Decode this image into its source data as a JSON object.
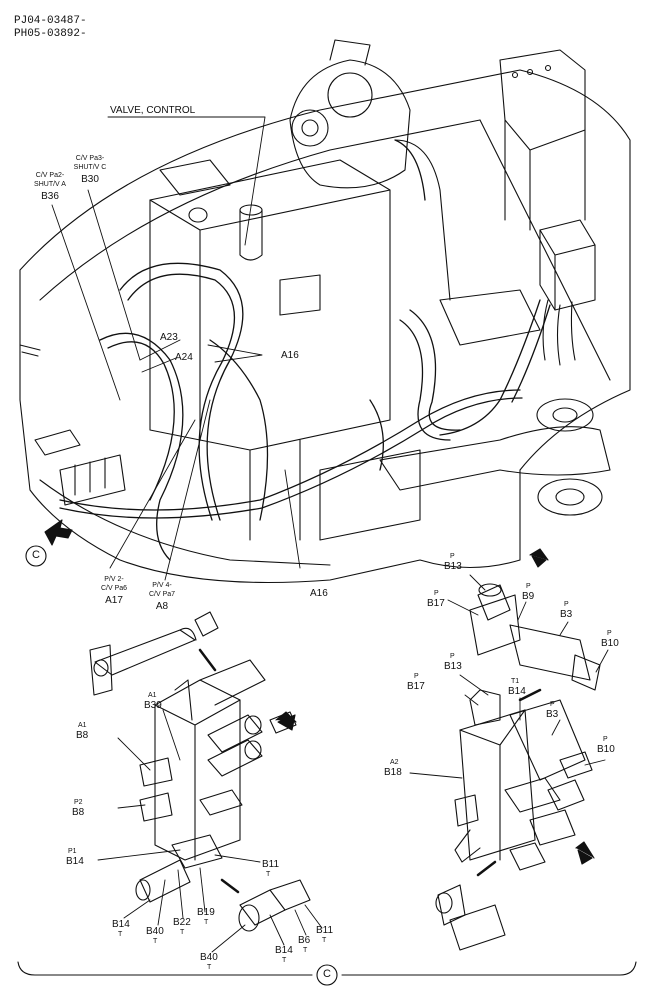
{
  "header": {
    "line1": "PJ04-03487-",
    "line2": "PH05-03892-"
  },
  "top_labels": {
    "valve_control": "VALVE, CONTROL",
    "b36_desc1": "C/V Pa2-",
    "b36_desc2": "SHUT/V A",
    "b36": "B36",
    "b30_desc1": "C/V Pa3-",
    "b30_desc2": "SHUT/V C",
    "b30": "B30",
    "a23": "A23",
    "a24": "A24",
    "a16_upper": "A16",
    "a16_lower": "A16",
    "a17_desc1": "P/V 2-",
    "a17_desc2": "C/V Pa6",
    "a17": "A17",
    "a8_desc1": "P/V 4-",
    "a8_desc2": "C/V Pa7",
    "a8": "A8",
    "circle_c": "C"
  },
  "left_detail": {
    "a1_b39": "A1",
    "b39": "B39",
    "a1_b8": "A1",
    "b8_upper": "B8",
    "p2": "P2",
    "b8_lower": "B8",
    "p1": "P1",
    "b14": "B14",
    "b11": "B11",
    "b11_t": "T",
    "b14_lower": "B14",
    "b14_lower_t": "T",
    "b40": "B40",
    "b40_t": "T",
    "b22": "B22",
    "b22_t": "T",
    "b19": "B19",
    "b19_t": "T",
    "b40_bottom": "B40",
    "b40_bottom_t": "T",
    "b14_bottom": "B14",
    "b14_bottom_t": "T",
    "b6": "B6",
    "b6_t": "T",
    "b11_bottom": "B11",
    "b11_bottom_t": "T"
  },
  "right_detail": {
    "p_b13": "P",
    "b13": "B13",
    "p_b17": "P",
    "b17": "B17",
    "p_b9": "P",
    "b9": "B9",
    "p_b3": "P",
    "b3": "B3",
    "p_b10": "P",
    "b10": "B10",
    "p_b13_2": "P",
    "b13_2": "B13",
    "p_b17_2": "P",
    "b17_2": "B17",
    "t1": "T1",
    "b14": "B14",
    "p_b3_2": "P",
    "b3_2": "B3",
    "p_b10_2": "P",
    "b10_2": "B10",
    "a2": "A2",
    "b18": "B18"
  },
  "footer": {
    "circle_c": "C"
  }
}
